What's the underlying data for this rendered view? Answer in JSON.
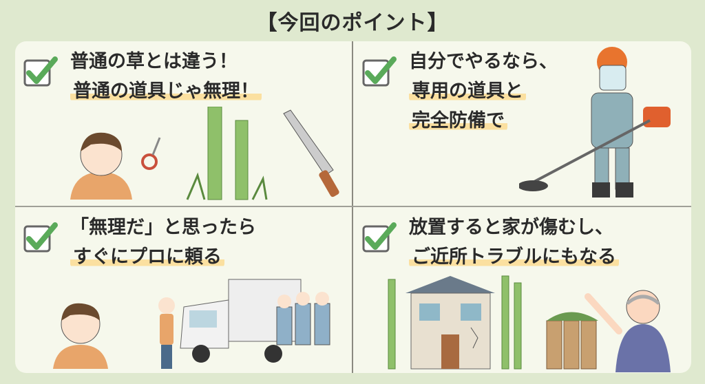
{
  "title": "【今回のポイント】",
  "points": [
    {
      "lines": [
        "普通の草とは違う！",
        "普通の道具じゃ無理！"
      ],
      "highlight": [
        1
      ]
    },
    {
      "lines": [
        "自分でやるなら、",
        "専用の道具と",
        "完全防備で"
      ],
      "highlight": [
        1,
        2
      ]
    },
    {
      "lines": [
        "「無理だ」と思ったら",
        "すぐにプロに頼る"
      ],
      "highlight": [
        1
      ]
    },
    {
      "lines": [
        "放置すると家が傷むし、",
        "ご近所トラブルにもなる"
      ],
      "highlight": [
        1
      ]
    }
  ],
  "colors": {
    "background": "#dfe9cf",
    "panel": "#f6f8ec",
    "check": "#5aaa5a",
    "highlight": "#fbe0a0"
  }
}
